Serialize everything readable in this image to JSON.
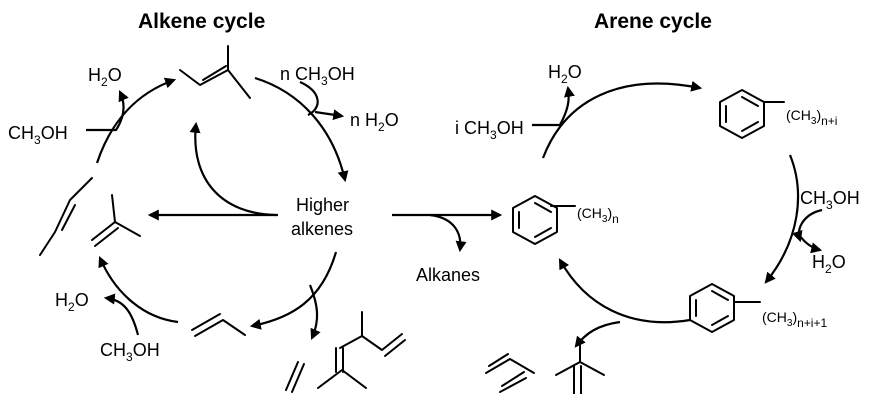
{
  "alkene_cycle": {
    "title": "Alkene cycle",
    "center_line1": "Higher",
    "center_line2": "alkenes",
    "top_in": {
      "prefix": "n CH",
      "sub": "3",
      "suffix": "OH"
    },
    "top_out": {
      "prefix": "n H",
      "sub": "2",
      "suffix": "O"
    },
    "left_in": {
      "prefix": "CH",
      "sub": "3",
      "suffix": "OH"
    },
    "left_out": {
      "prefix": "H",
      "sub": "2",
      "suffix": "O"
    },
    "bottom_in": {
      "prefix": "CH",
      "sub": "3",
      "suffix": "OH"
    },
    "bottom_out": {
      "prefix": "H",
      "sub": "2",
      "suffix": "O"
    }
  },
  "arene_cycle": {
    "title": "Arene cycle",
    "top_in": {
      "prefix": "i CH",
      "sub": "3",
      "suffix": "OH"
    },
    "top_out": {
      "prefix": "H",
      "sub": "2",
      "suffix": "O"
    },
    "right_in": {
      "prefix": "CH",
      "sub": "3",
      "suffix": "OH"
    },
    "right_out": {
      "prefix": "H",
      "sub": "2",
      "suffix": "O"
    },
    "benzene_left_sub": {
      "prefix": "(CH",
      "sub3": "3",
      "mid": ")",
      "sub": "n"
    },
    "benzene_top_sub": {
      "prefix": "(CH",
      "sub3": "3",
      "mid": ")",
      "sub": "n+i"
    },
    "benzene_bottom_sub": {
      "prefix": "(CH",
      "sub3": "3",
      "mid": ")",
      "sub": "n+i+1"
    }
  },
  "alkanes": "Alkanes"
}
